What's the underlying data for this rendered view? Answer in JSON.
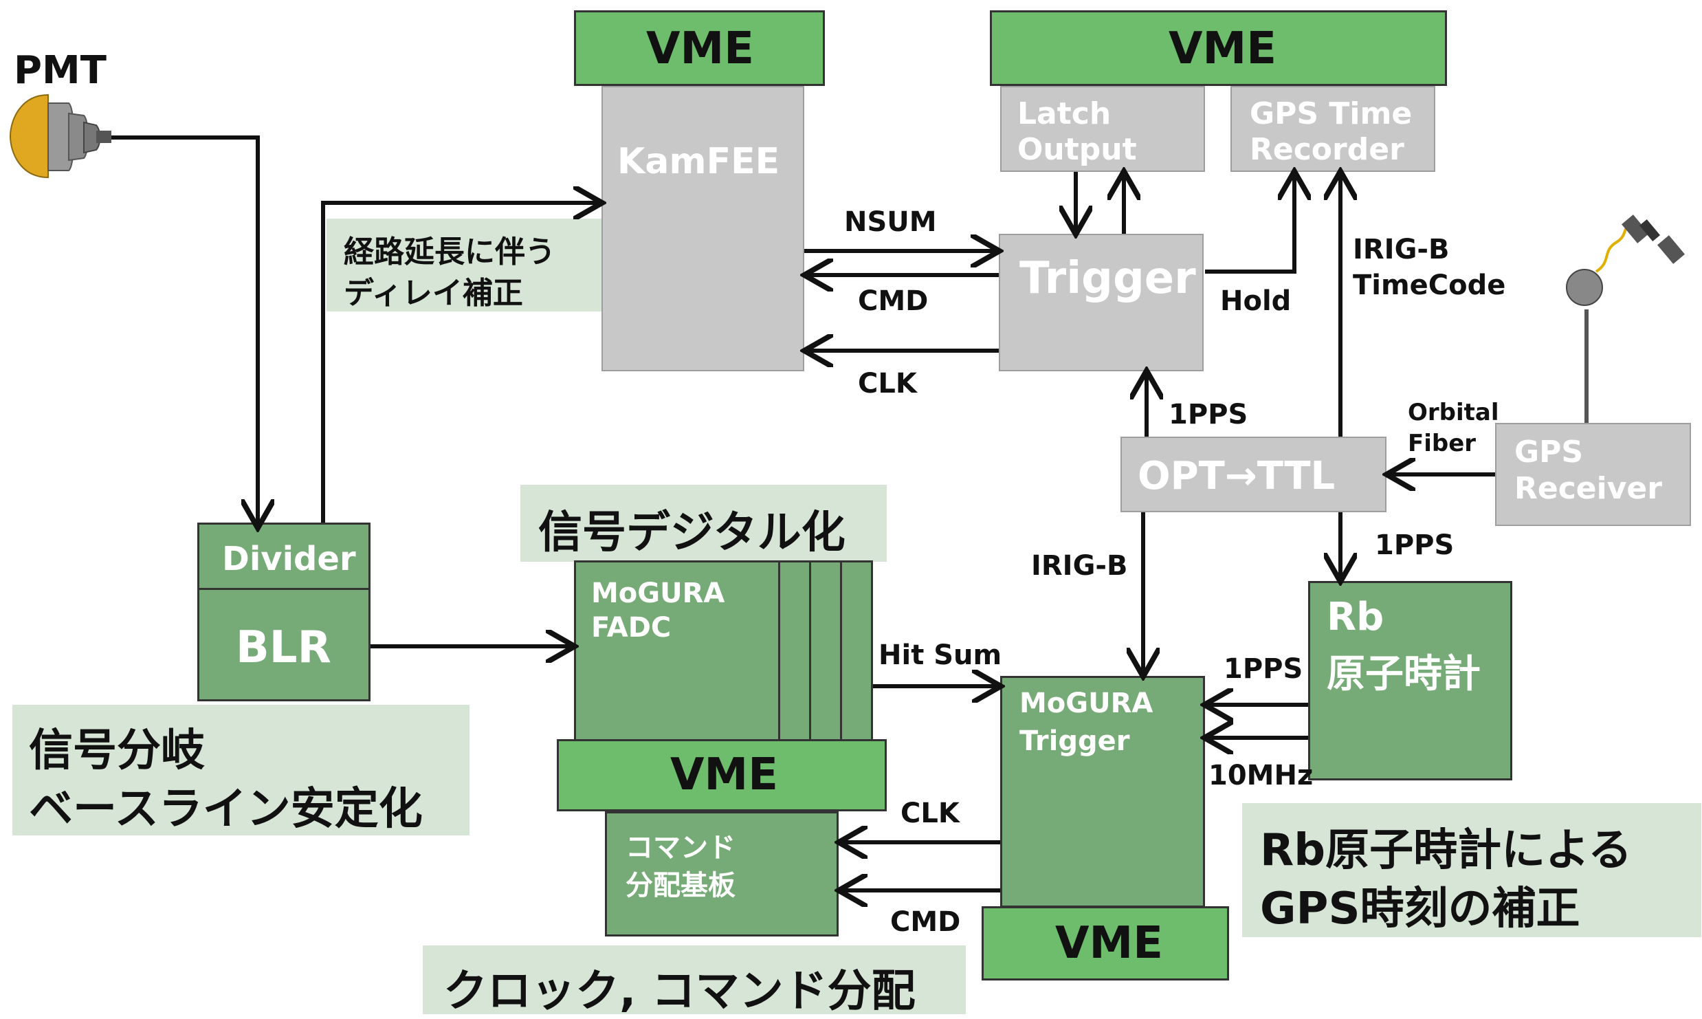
{
  "pmt": {
    "label": "PMT"
  },
  "vme_labels": {
    "kamfee": "VME",
    "trigger": "VME",
    "mogura_fadc": "VME",
    "mogura_trigger": "VME"
  },
  "blocks": {
    "kamfee": "KamFEE",
    "latch_1": "Latch",
    "latch_2": "Output",
    "gps_recorder_1": "GPS Time",
    "gps_recorder_2": "Recorder",
    "trigger": "Trigger",
    "opt_ttl": "OPT→TTL",
    "gps_receiver_1": "GPS",
    "gps_receiver_2": "Receiver",
    "divider": "Divider",
    "blr": "BLR",
    "mogura_fadc_1": "MoGURA",
    "mogura_fadc_2": "FADC",
    "mogura_trigger_1": "MoGURA",
    "mogura_trigger_2": "Trigger",
    "rb_1": "Rb",
    "rb_2": "原子時計",
    "cmd_dist_1": "コマンド",
    "cmd_dist_2": "分配基板"
  },
  "signals": {
    "nsum": "NSUM",
    "cmd_top": "CMD",
    "clk_top": "CLK",
    "hold": "Hold",
    "irigb_timecode_1": "IRIG-B",
    "irigb_timecode_2": "TimeCode",
    "pps_trigger": "1PPS",
    "orbital_1": "Orbital",
    "orbital_2": "Fiber",
    "pps_rb": "1PPS",
    "irigb": "IRIG-B",
    "hit_sum": "Hit Sum",
    "pps_mogura": "1PPS",
    "mhz10": "10MHz",
    "clk_bottom": "CLK",
    "cmd_bottom": "CMD"
  },
  "notes": {
    "delay_1": "経路延長に伴う",
    "delay_2": "ディレイ補正",
    "digitize": "信号デジタル化",
    "split_1": "信号分岐",
    "split_2": "ベースライン安定化",
    "clock_cmd": "クロック, コマンド分配",
    "rb_note_1": "Rb原子時計による",
    "rb_note_2": "GPS時刻の補正"
  },
  "colors": {
    "vme": "#6dbd6d",
    "block_green": "#76aa76",
    "block_gray": "#c8c8c8",
    "note": "#d6e5d6",
    "pmt": "#e0a820"
  }
}
